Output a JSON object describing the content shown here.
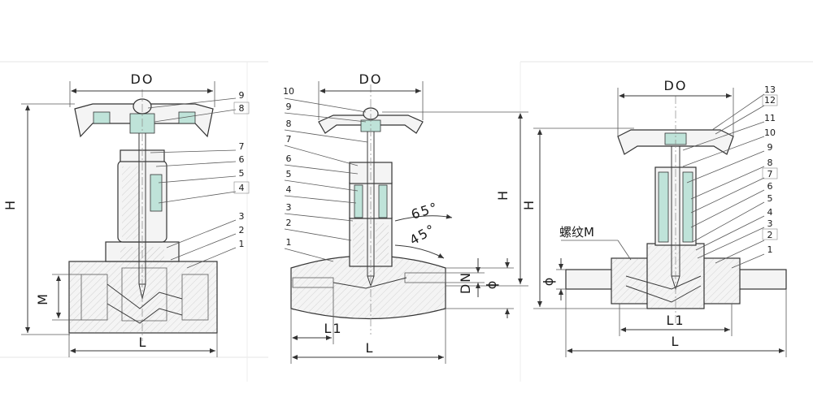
{
  "views": [
    {
      "id": "left",
      "dims": {
        "top": "DO",
        "height": "H",
        "port": "M",
        "length": "L"
      },
      "callouts": [
        "9",
        "8",
        "7",
        "6",
        "5",
        "4",
        "3",
        "2",
        "1"
      ]
    },
    {
      "id": "middle",
      "dims": {
        "top": "DO",
        "height": "H",
        "length": "L",
        "short": "L1",
        "bore": "DN",
        "dia": "ϕ",
        "angle1": "65°",
        "angle2": "45°"
      },
      "callouts": [
        "10",
        "9",
        "8",
        "7",
        "6",
        "5",
        "4",
        "3",
        "2",
        "1"
      ]
    },
    {
      "id": "right",
      "dims": {
        "top": "DO",
        "height": "H",
        "length": "L",
        "short": "L1",
        "dia": "ϕ",
        "thread": "螺纹M"
      },
      "callouts": [
        "13",
        "12",
        "11",
        "10",
        "9",
        "8",
        "7",
        "6",
        "5",
        "4",
        "3",
        "2",
        "1"
      ]
    }
  ]
}
